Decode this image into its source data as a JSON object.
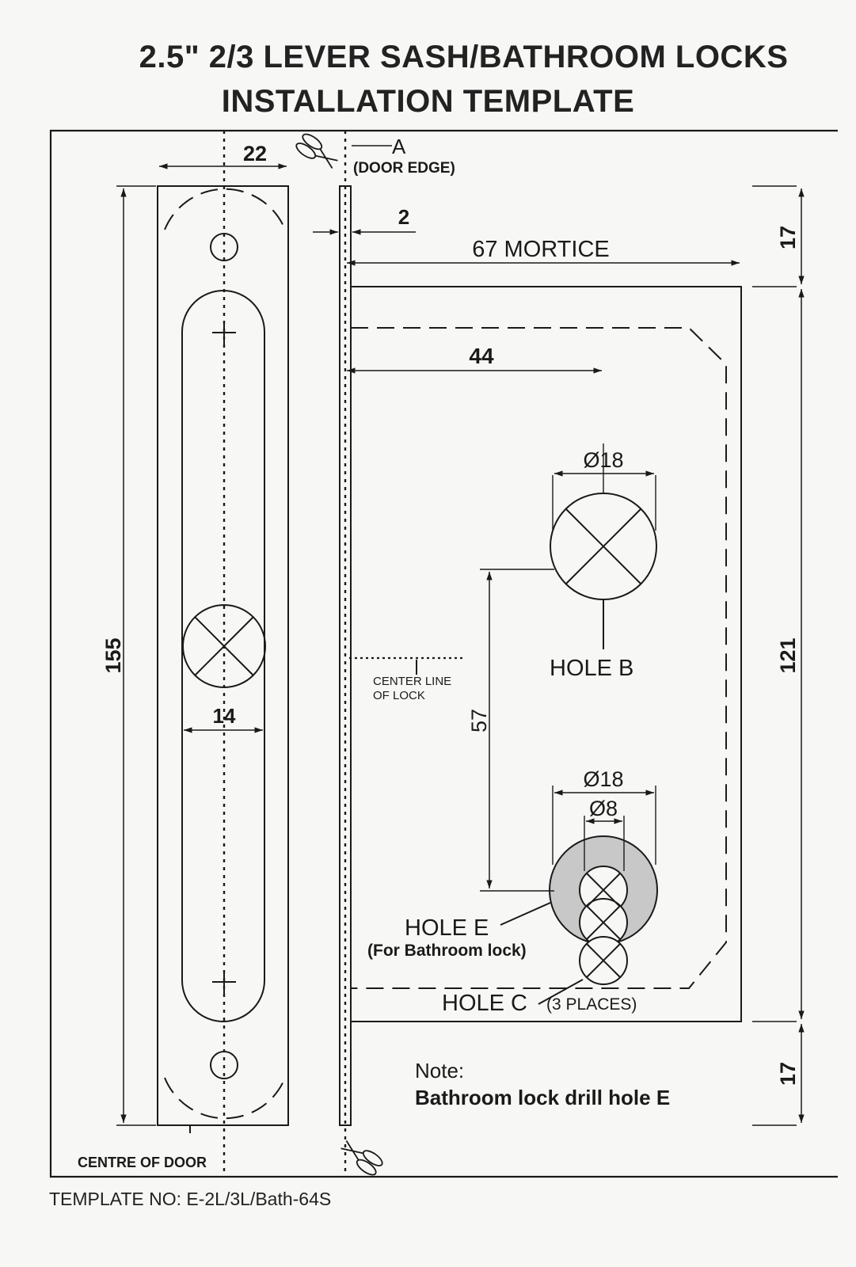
{
  "title": {
    "line1": "2.5\" 2/3 LEVER SASH/BATHROOM LOCKS",
    "line2": "INSTALLATION TEMPLATE"
  },
  "dimensions": {
    "faceplate_width": "22",
    "edge_offset": "2",
    "mortice": "67 MORTICE",
    "backset": "44",
    "hole_b_diameter": "Ø18",
    "hole_e_diameter": "Ø18",
    "hole_c_diameter": "Ø8",
    "slot_width": "14",
    "faceplate_height": "155",
    "lever_spacing": "57",
    "mortice_height": "121",
    "top_margin": "17",
    "bottom_margin": "17"
  },
  "labels": {
    "edge_marker": "A",
    "door_edge": "(DOOR EDGE)",
    "center_line": "CENTER LINE",
    "of_lock": "OF LOCK",
    "hole_b": "HOLE B",
    "hole_e": "HOLE  E",
    "hole_e_note": "(For Bathroom lock)",
    "hole_c": "HOLE C",
    "hole_c_places": "(3 PLACES)",
    "centre_of_door": "CENTRE OF DOOR"
  },
  "note": {
    "heading": "Note:",
    "text": "Bathroom lock drill hole E"
  },
  "footer": {
    "template_no": "TEMPLATE  NO: E-2L/3L/Bath-64S"
  },
  "colors": {
    "ink": "#1a1a1a",
    "hole_e_fill": "#c8c8c8",
    "paper": "#f7f7f5"
  }
}
